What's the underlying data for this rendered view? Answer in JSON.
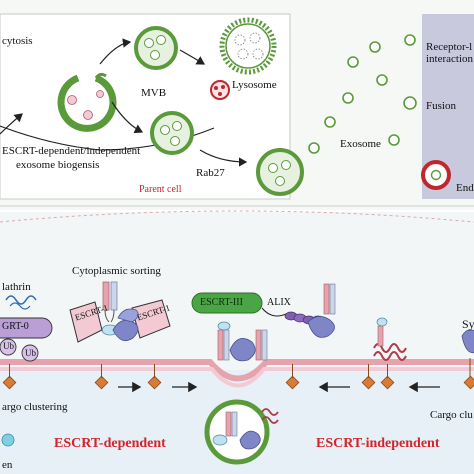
{
  "top_panel": {
    "cytosis": "cytosis",
    "mvb": "MVB",
    "lysosome": "Lysosome",
    "biogenesis_line1": "ESCRT-dependent/independent",
    "biogenesis_line2": "exosome biogensis",
    "rab27": "Rab27",
    "parent_cell": "Parent cell",
    "exosome": "Exosome"
  },
  "right_panel": {
    "receptor_line1": "Receptor-l",
    "receptor_line2": "interaction",
    "fusion": "Fusion",
    "endo": "End"
  },
  "bottom_panel": {
    "clathrin": "lathrin",
    "cytoplasmic_sorting": "Cytoplasmic sorting",
    "escrt0": "GRT-0",
    "ub1": "Ub",
    "ub2": "Ub",
    "escrt1_left": "ESCRT-1",
    "escrt1_right": "ESCRT-1",
    "escrt3": "ESCRT-III",
    "alix": "ALIX",
    "syn": "Sy",
    "cargo_clustering_left": "argo clustering",
    "cargo_clustering_right": "Cargo clu",
    "escrt_dependent": "ESCRT-dependent",
    "escrt_independent": "ESCRT-independent",
    "partial_left": "en"
  },
  "colors": {
    "membrane_green": "#5a9a3a",
    "escrt_pink": "#f3c9d3",
    "escrt3_green": "#4aa544",
    "escrt0_purple": "#b99fd6",
    "protein_blue": "#7e86c7",
    "right_panel_bg": "#c9c9de",
    "accent_red": "#d4232b",
    "lower_bg": "#f3f6f7",
    "cytoplasm_blue": "#e6f0f6"
  }
}
